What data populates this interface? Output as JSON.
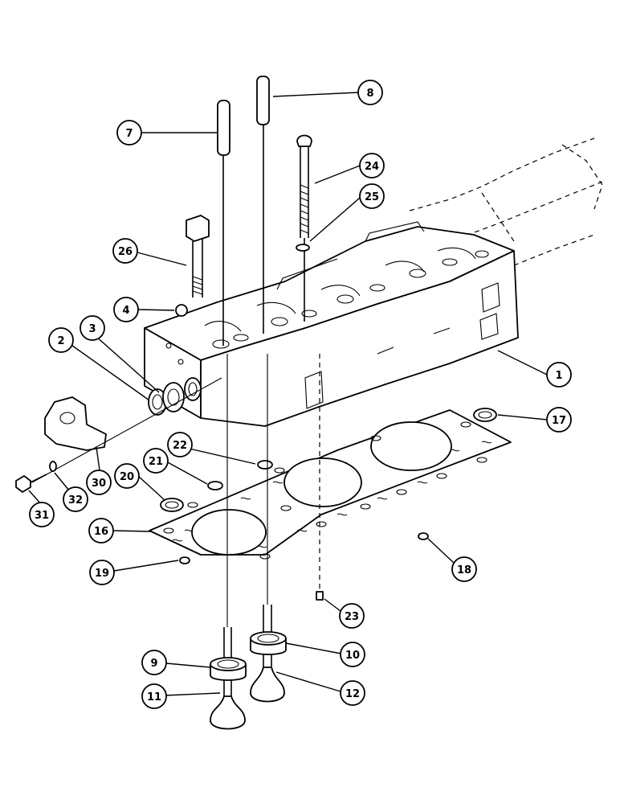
{
  "diagram": {
    "callouts": [
      {
        "id": "c1",
        "label": "1"
      },
      {
        "id": "c2",
        "label": "2"
      },
      {
        "id": "c3",
        "label": "3"
      },
      {
        "id": "c4",
        "label": "4"
      },
      {
        "id": "c7",
        "label": "7"
      },
      {
        "id": "c8",
        "label": "8"
      },
      {
        "id": "c9",
        "label": "9"
      },
      {
        "id": "c10",
        "label": "10"
      },
      {
        "id": "c11",
        "label": "11"
      },
      {
        "id": "c12",
        "label": "12"
      },
      {
        "id": "c16",
        "label": "16"
      },
      {
        "id": "c17",
        "label": "17"
      },
      {
        "id": "c18",
        "label": "18"
      },
      {
        "id": "c19",
        "label": "19"
      },
      {
        "id": "c20",
        "label": "20"
      },
      {
        "id": "c21",
        "label": "21"
      },
      {
        "id": "c22",
        "label": "22"
      },
      {
        "id": "c23",
        "label": "23"
      },
      {
        "id": "c24",
        "label": "24"
      },
      {
        "id": "c25",
        "label": "25"
      },
      {
        "id": "c26",
        "label": "26"
      },
      {
        "id": "c30",
        "label": "30"
      },
      {
        "id": "c31",
        "label": "31"
      },
      {
        "id": "c32",
        "label": "32"
      }
    ]
  }
}
